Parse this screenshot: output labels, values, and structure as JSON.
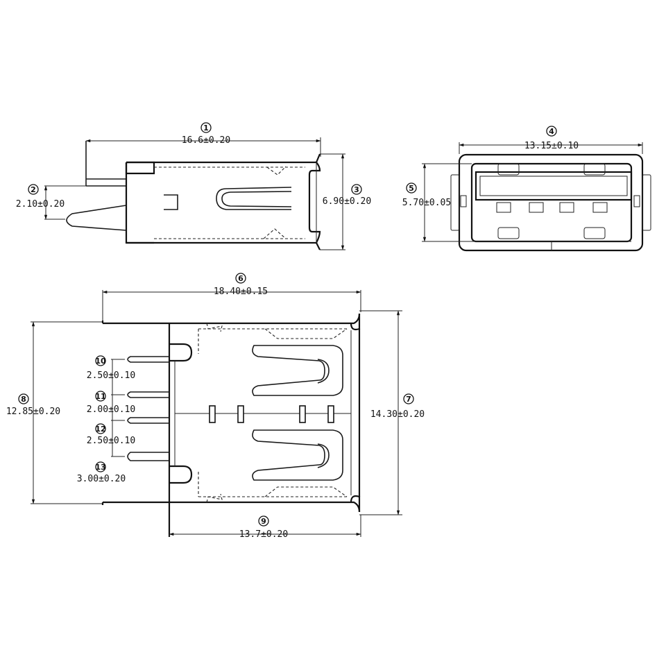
{
  "callouts": {
    "c1": {
      "num": "1",
      "value": "16.6±0.20"
    },
    "c2": {
      "num": "2",
      "value": "2.10±0.20"
    },
    "c3": {
      "num": "3",
      "value": "6.90±0.20"
    },
    "c4": {
      "num": "4",
      "value": "13.15±0.10"
    },
    "c5": {
      "num": "5",
      "value": "5.70±0.05"
    },
    "c6": {
      "num": "6",
      "value": "18.40±0.15"
    },
    "c7": {
      "num": "7",
      "value": "14.30±0.20"
    },
    "c8": {
      "num": "8",
      "value": "12.85±0.20"
    },
    "c9": {
      "num": "9",
      "value": "13.7±0.20"
    },
    "c10": {
      "num": "10",
      "value": "2.50±0.10"
    },
    "c11": {
      "num": "11",
      "value": "2.00±0.10"
    },
    "c12": {
      "num": "12",
      "value": "2.50±0.10"
    },
    "c13": {
      "num": "13",
      "value": "3.00±0.20"
    }
  }
}
